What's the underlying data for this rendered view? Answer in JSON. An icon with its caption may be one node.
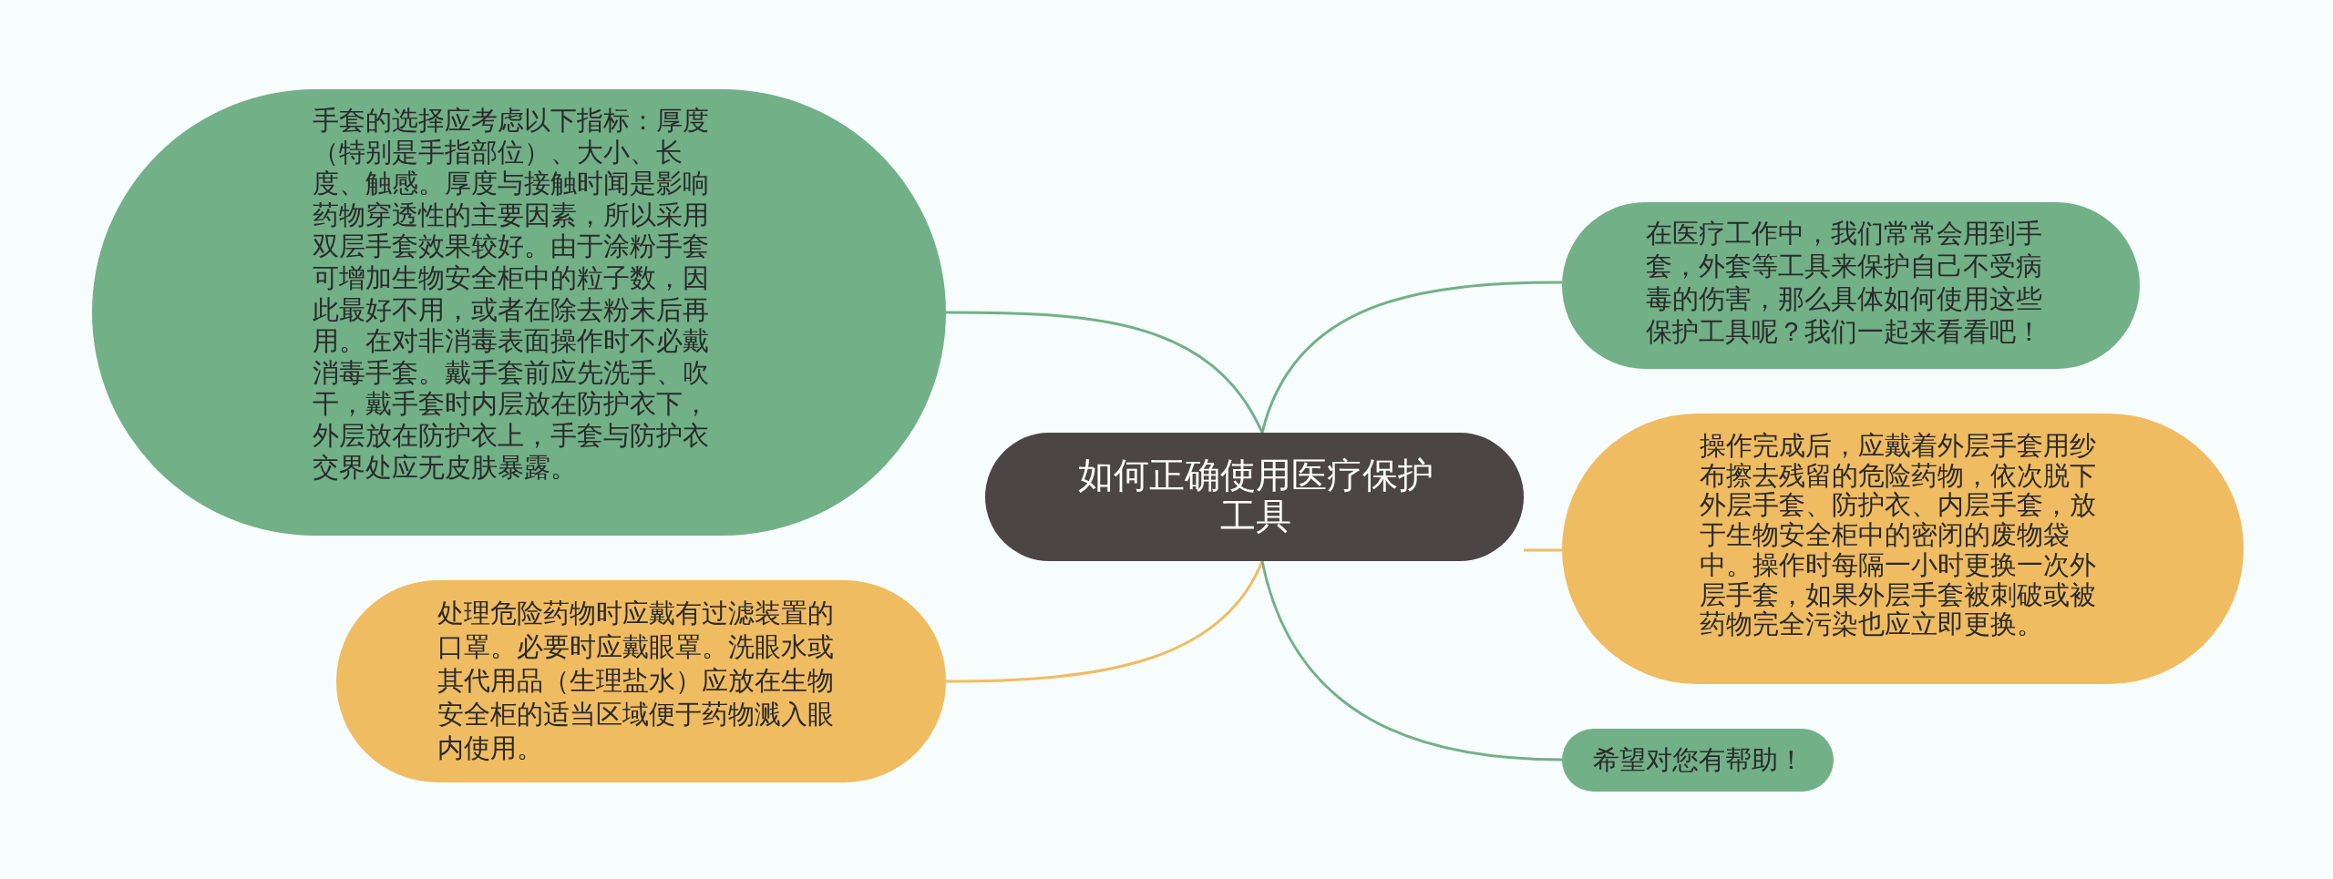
{
  "diagram": {
    "nodes": [
      {
        "text": [
          "如何正确使用医疗保护工具"
        ]
      },
      {
        "text": [
          "手套的选择应考虑以下指标：厚度（特别是手指部位）、大小、长度、触感。厚度与接触时闻是影响药物穿透性的主要因素，所以采用双层手套效果较好。由于涂粉手套可增加生物安全柜中的粒子数，因此最好不用，或者在除去粉末后再用。在对非消毒表面操作时不必戴消毒手套。戴手套前应先洗手、吹干，戴手套时内层放在防护衣下，外层放在防护衣上，手套与防护衣交界处应无皮肤暴露。"
        ]
      },
      {
        "text": [
          "处理危险药物时应戴有过滤装置的口罩。必要时应戴眼罩。洗眼水或其代用品（生理盐水）应放在生物安全柜的适当区域便于药物溅入眼内使用。"
        ]
      },
      {
        "text": [
          "在医疗工作中，我们常常会用到手套，外套等工具来保护自己不受病毒的伤害，那么具体如何使用这些保护工具呢？我们一起来看看吧！"
        ]
      },
      {
        "text": [
          "操作完成后，应戴着外层手套用纱布擦去残留的危险药物，依次脱下外层手套、防护衣、内层手套，放于生物安全柜中的密闭的废物袋中。操作时每隔一小时更换一次外层手套，如果外层手套被刺破或被药物完全污染也应立即更换。"
        ]
      },
      {
        "text": [
          "希望对您有帮助！"
        ]
      }
    ],
    "edges": [
      {
        "from": 0,
        "to": 1,
        "arrow": "none"
      },
      {
        "from": 0,
        "to": 2,
        "arrow": "none",
        "color": "#f0bc62"
      },
      {
        "from": 0,
        "to": 3,
        "arrow": "none"
      },
      {
        "from": 0,
        "to": 4,
        "arrow": "none",
        "color": "#f0bc62"
      },
      {
        "from": 0,
        "to": 5,
        "arrow": "none"
      }
    ]
  }
}
